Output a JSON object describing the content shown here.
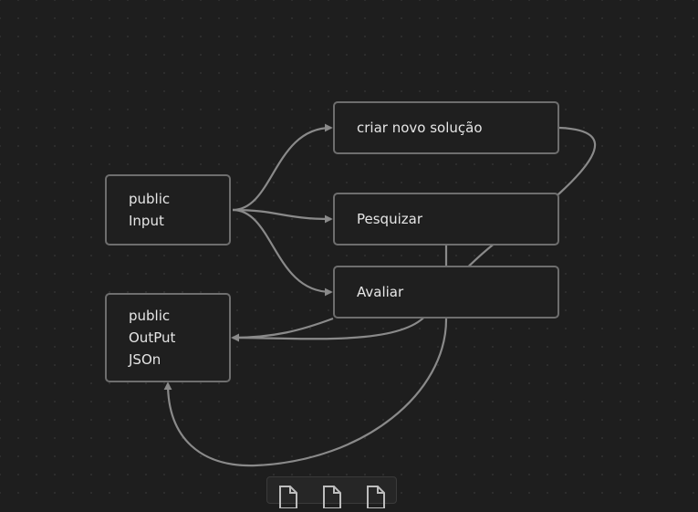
{
  "nodes": {
    "input": {
      "lines": [
        "public",
        "Input"
      ]
    },
    "output": {
      "lines": [
        "public",
        "OutPut",
        "JSOn"
      ]
    },
    "criar": {
      "lines": [
        "criar novo solução"
      ]
    },
    "pesquizar": {
      "lines": [
        "Pesquizar"
      ]
    },
    "avaliar": {
      "lines": [
        "Avaliar"
      ]
    }
  },
  "colors": {
    "background": "#1e1e1e",
    "node_border": "#6e6e6e",
    "edge": "#8a8a8a",
    "text": "#e6e6e6"
  },
  "toolbar": {
    "icons": [
      "file-icon",
      "file-icon",
      "file-icon"
    ]
  }
}
